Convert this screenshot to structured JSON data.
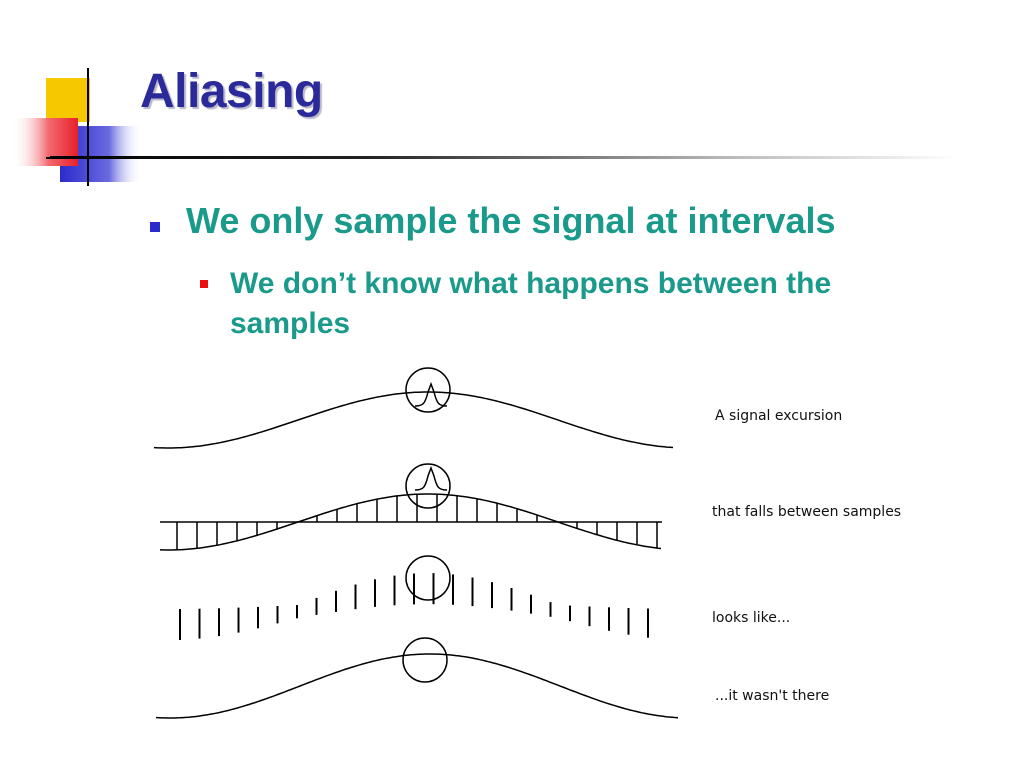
{
  "slide": {
    "title": "Aliasing",
    "bullets": [
      {
        "text": "We only sample the signal at intervals",
        "subbullets": [
          {
            "text": "We don’t know what happens between the samples"
          }
        ]
      }
    ]
  },
  "diagram": {
    "captions": [
      "A signal excursion",
      "that falls between samples",
      "looks like...",
      "...it wasn't there"
    ]
  },
  "colors": {
    "title": "#2a2a9a",
    "bullet_text": "#1a9a8a",
    "bullet1_marker": "#2b2bcc",
    "bullet2_marker": "#e81010",
    "logo_yellow": "#f5c800",
    "logo_red": "#e8202a",
    "logo_blue": "#2b2bcc"
  }
}
